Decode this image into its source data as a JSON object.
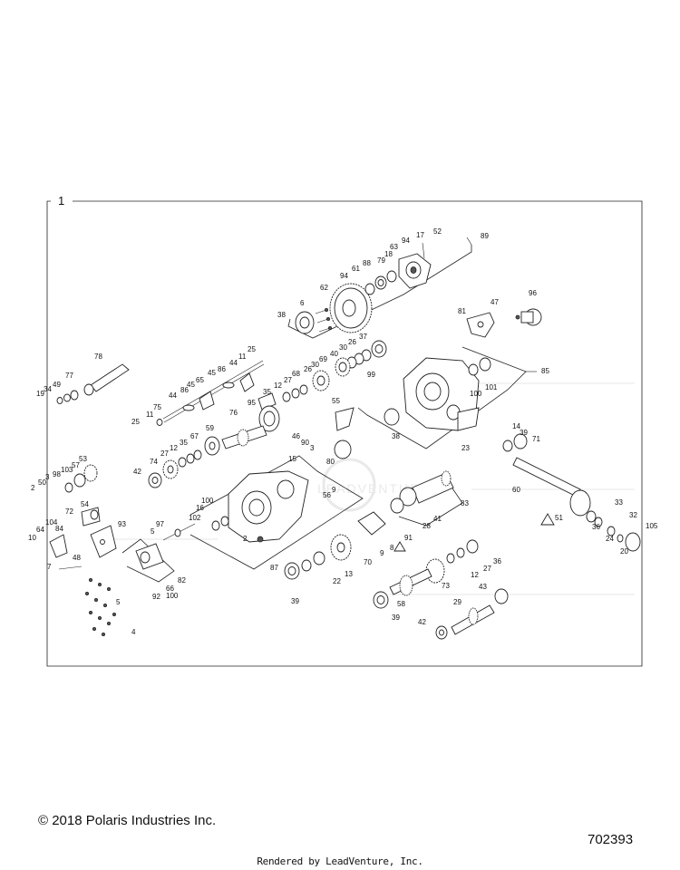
{
  "diagram": {
    "frame_label": "1",
    "watermark": "LEADVENTURE",
    "callouts": [
      {
        "id": "c1",
        "text": "52"
      },
      {
        "id": "c2",
        "text": "89"
      },
      {
        "id": "c3",
        "text": "17"
      },
      {
        "id": "c4",
        "text": "94"
      },
      {
        "id": "c5",
        "text": "63"
      },
      {
        "id": "c6",
        "text": "18"
      },
      {
        "id": "c7",
        "text": "79"
      },
      {
        "id": "c8",
        "text": "88"
      },
      {
        "id": "c9",
        "text": "61"
      },
      {
        "id": "c10",
        "text": "94"
      },
      {
        "id": "c11",
        "text": "62"
      },
      {
        "id": "c12",
        "text": "6"
      },
      {
        "id": "c13",
        "text": "38"
      },
      {
        "id": "c14",
        "text": "96"
      },
      {
        "id": "c15",
        "text": "47"
      },
      {
        "id": "c16",
        "text": "81"
      },
      {
        "id": "c17",
        "text": "78"
      },
      {
        "id": "c18",
        "text": "77"
      },
      {
        "id": "c19",
        "text": "49"
      },
      {
        "id": "c20",
        "text": "34"
      },
      {
        "id": "c21",
        "text": "19"
      },
      {
        "id": "c22",
        "text": "11"
      },
      {
        "id": "c23",
        "text": "25"
      },
      {
        "id": "c24",
        "text": "44"
      },
      {
        "id": "c25",
        "text": "86"
      },
      {
        "id": "c26",
        "text": "45"
      },
      {
        "id": "c27",
        "text": "65"
      },
      {
        "id": "c28",
        "text": "45"
      },
      {
        "id": "c29",
        "text": "86"
      },
      {
        "id": "c30",
        "text": "44"
      },
      {
        "id": "c31",
        "text": "75"
      },
      {
        "id": "c32",
        "text": "11"
      },
      {
        "id": "c33",
        "text": "25"
      },
      {
        "id": "c34",
        "text": "37"
      },
      {
        "id": "c35",
        "text": "26"
      },
      {
        "id": "c36",
        "text": "30"
      },
      {
        "id": "c37",
        "text": "40"
      },
      {
        "id": "c38",
        "text": "69"
      },
      {
        "id": "c39",
        "text": "30"
      },
      {
        "id": "c40",
        "text": "26"
      },
      {
        "id": "c41",
        "text": "68"
      },
      {
        "id": "c42",
        "text": "27"
      },
      {
        "id": "c43",
        "text": "12"
      },
      {
        "id": "c44",
        "text": "35"
      },
      {
        "id": "c45",
        "text": "95"
      },
      {
        "id": "c46",
        "text": "76"
      },
      {
        "id": "c47",
        "text": "59"
      },
      {
        "id": "c48",
        "text": "67"
      },
      {
        "id": "c49",
        "text": "35"
      },
      {
        "id": "c50",
        "text": "12"
      },
      {
        "id": "c51",
        "text": "27"
      },
      {
        "id": "c52",
        "text": "74"
      },
      {
        "id": "c53",
        "text": "42"
      },
      {
        "id": "c54",
        "text": "99"
      },
      {
        "id": "c55",
        "text": "85"
      },
      {
        "id": "c56",
        "text": "101"
      },
      {
        "id": "c57",
        "text": "100"
      },
      {
        "id": "c58",
        "text": "55"
      },
      {
        "id": "c59",
        "text": "38"
      },
      {
        "id": "c60",
        "text": "46"
      },
      {
        "id": "c61",
        "text": "90"
      },
      {
        "id": "c62",
        "text": "3"
      },
      {
        "id": "c63",
        "text": "80"
      },
      {
        "id": "c64",
        "text": "14"
      },
      {
        "id": "c65",
        "text": "39"
      },
      {
        "id": "c66",
        "text": "71"
      },
      {
        "id": "c67",
        "text": "23"
      },
      {
        "id": "c68",
        "text": "60"
      },
      {
        "id": "c69",
        "text": "53"
      },
      {
        "id": "c70",
        "text": "57"
      },
      {
        "id": "c71",
        "text": "103"
      },
      {
        "id": "c72",
        "text": "98"
      },
      {
        "id": "c73",
        "text": "3"
      },
      {
        "id": "c74",
        "text": "50"
      },
      {
        "id": "c75",
        "text": "2"
      },
      {
        "id": "c76",
        "text": "15"
      },
      {
        "id": "c77",
        "text": "56"
      },
      {
        "id": "c78",
        "text": "9"
      },
      {
        "id": "c79",
        "text": "83"
      },
      {
        "id": "c80",
        "text": "41"
      },
      {
        "id": "c81",
        "text": "28"
      },
      {
        "id": "c82",
        "text": "54"
      },
      {
        "id": "c83",
        "text": "72"
      },
      {
        "id": "c84",
        "text": "104"
      },
      {
        "id": "c85",
        "text": "84"
      },
      {
        "id": "c86",
        "text": "64"
      },
      {
        "id": "c87",
        "text": "10"
      },
      {
        "id": "c88",
        "text": "93"
      },
      {
        "id": "c89",
        "text": "48"
      },
      {
        "id": "c90",
        "text": "7"
      },
      {
        "id": "c91",
        "text": "16"
      },
      {
        "id": "c92",
        "text": "100"
      },
      {
        "id": "c93",
        "text": "102"
      },
      {
        "id": "c94",
        "text": "97"
      },
      {
        "id": "c95",
        "text": "5"
      },
      {
        "id": "c96",
        "text": "2"
      },
      {
        "id": "c97",
        "text": "91"
      },
      {
        "id": "c98",
        "text": "8"
      },
      {
        "id": "c99",
        "text": "9"
      },
      {
        "id": "c100",
        "text": "51"
      },
      {
        "id": "c101",
        "text": "33"
      },
      {
        "id": "c102",
        "text": "36"
      },
      {
        "id": "c103",
        "text": "32"
      },
      {
        "id": "c104",
        "text": "24"
      },
      {
        "id": "c105",
        "text": "105"
      },
      {
        "id": "c106",
        "text": "20"
      },
      {
        "id": "c107",
        "text": "70"
      },
      {
        "id": "c108",
        "text": "13"
      },
      {
        "id": "c109",
        "text": "22"
      },
      {
        "id": "c110",
        "text": "39"
      },
      {
        "id": "c111",
        "text": "87"
      },
      {
        "id": "c112",
        "text": "82"
      },
      {
        "id": "c113",
        "text": "66"
      },
      {
        "id": "c114",
        "text": "100"
      },
      {
        "id": "c115",
        "text": "92"
      },
      {
        "id": "c116",
        "text": "5"
      },
      {
        "id": "c117",
        "text": "4"
      },
      {
        "id": "c118",
        "text": "36"
      },
      {
        "id": "c119",
        "text": "27"
      },
      {
        "id": "c120",
        "text": "12"
      },
      {
        "id": "c121",
        "text": "73"
      },
      {
        "id": "c122",
        "text": "58"
      },
      {
        "id": "c123",
        "text": "39"
      },
      {
        "id": "c124",
        "text": "43"
      },
      {
        "id": "c125",
        "text": "29"
      },
      {
        "id": "c126",
        "text": "42"
      }
    ]
  },
  "footer": {
    "copyright": "© 2018 Polaris Industries Inc.",
    "doc_number": "702393",
    "rendered_by": "Rendered by LeadVenture, Inc."
  }
}
